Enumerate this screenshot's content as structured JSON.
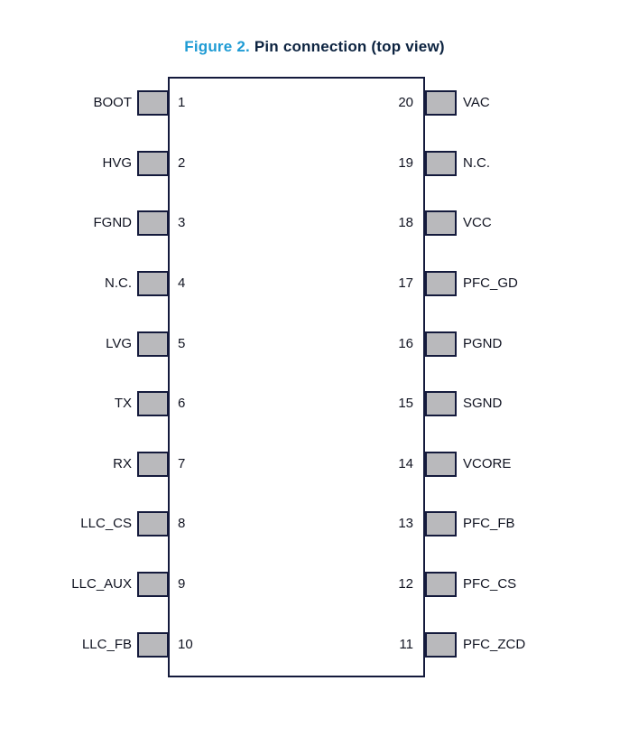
{
  "title": {
    "figure_label": "Figure 2.",
    "caption": "Pin connection (top view)"
  },
  "colors": {
    "figure_label_blue": "#1e9bd4",
    "caption_navy": "#0c2340",
    "outline_navy": "#141a3c",
    "pin_fill_gray": "#b9b9bc",
    "background": "#ffffff"
  },
  "package": {
    "type": "20-pin dual-in-line outline, top view"
  },
  "left_pins": [
    {
      "number": "1",
      "label": "BOOT"
    },
    {
      "number": "2",
      "label": "HVG"
    },
    {
      "number": "3",
      "label": "FGND"
    },
    {
      "number": "4",
      "label": "N.C."
    },
    {
      "number": "5",
      "label": "LVG"
    },
    {
      "number": "6",
      "label": "TX"
    },
    {
      "number": "7",
      "label": "RX"
    },
    {
      "number": "8",
      "label": "LLC_CS"
    },
    {
      "number": "9",
      "label": "LLC_AUX"
    },
    {
      "number": "10",
      "label": "LLC_FB"
    }
  ],
  "right_pins": [
    {
      "number": "20",
      "label": "VAC"
    },
    {
      "number": "19",
      "label": "N.C."
    },
    {
      "number": "18",
      "label": "VCC"
    },
    {
      "number": "17",
      "label": "PFC_GD"
    },
    {
      "number": "16",
      "label": "PGND"
    },
    {
      "number": "15",
      "label": "SGND"
    },
    {
      "number": "14",
      "label": "VCORE"
    },
    {
      "number": "13",
      "label": "PFC_FB"
    },
    {
      "number": "12",
      "label": "PFC_CS"
    },
    {
      "number": "11",
      "label": "PFC_ZCD"
    }
  ]
}
